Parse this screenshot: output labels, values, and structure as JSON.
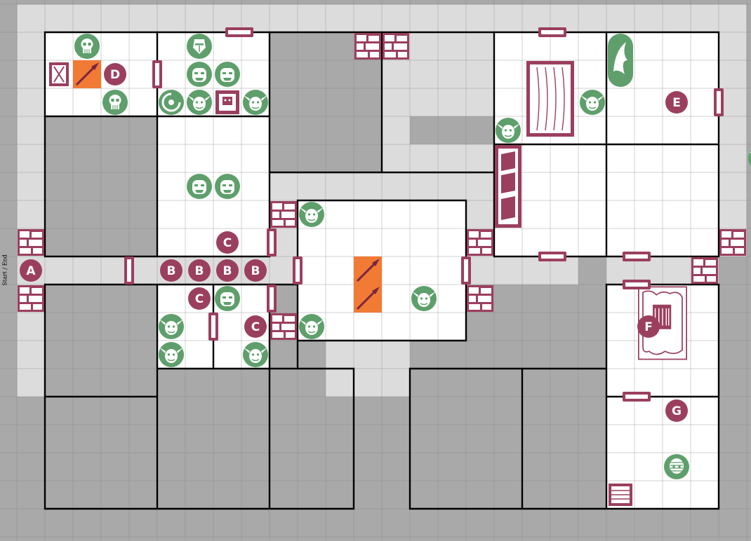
{
  "map": {
    "start_label": "Start / End",
    "colors": {
      "accent": "#9b3f5e",
      "monster": "#5e9f6b",
      "trap": "#f17a35",
      "blocked": "#a9a9a9",
      "corridor": "#dcdcdc",
      "floor": "#ffffff",
      "wall": "#000000"
    },
    "markers": [
      {
        "label": "A"
      },
      {
        "label": "B"
      },
      {
        "label": "B"
      },
      {
        "label": "B"
      },
      {
        "label": "B"
      },
      {
        "label": "C"
      },
      {
        "label": "C"
      },
      {
        "label": "C"
      },
      {
        "label": "D"
      },
      {
        "label": "E"
      },
      {
        "label": "F"
      },
      {
        "label": "G"
      }
    ],
    "monster_types": [
      "goblin",
      "orc",
      "skeleton",
      "fimir",
      "chaos-warrior",
      "gargoyle",
      "mummy"
    ],
    "furniture_types": [
      "table",
      "tomb",
      "throne",
      "bookcase",
      "weapon-rack",
      "rubble",
      "chest"
    ],
    "trap_types": [
      "spear-trap"
    ]
  }
}
